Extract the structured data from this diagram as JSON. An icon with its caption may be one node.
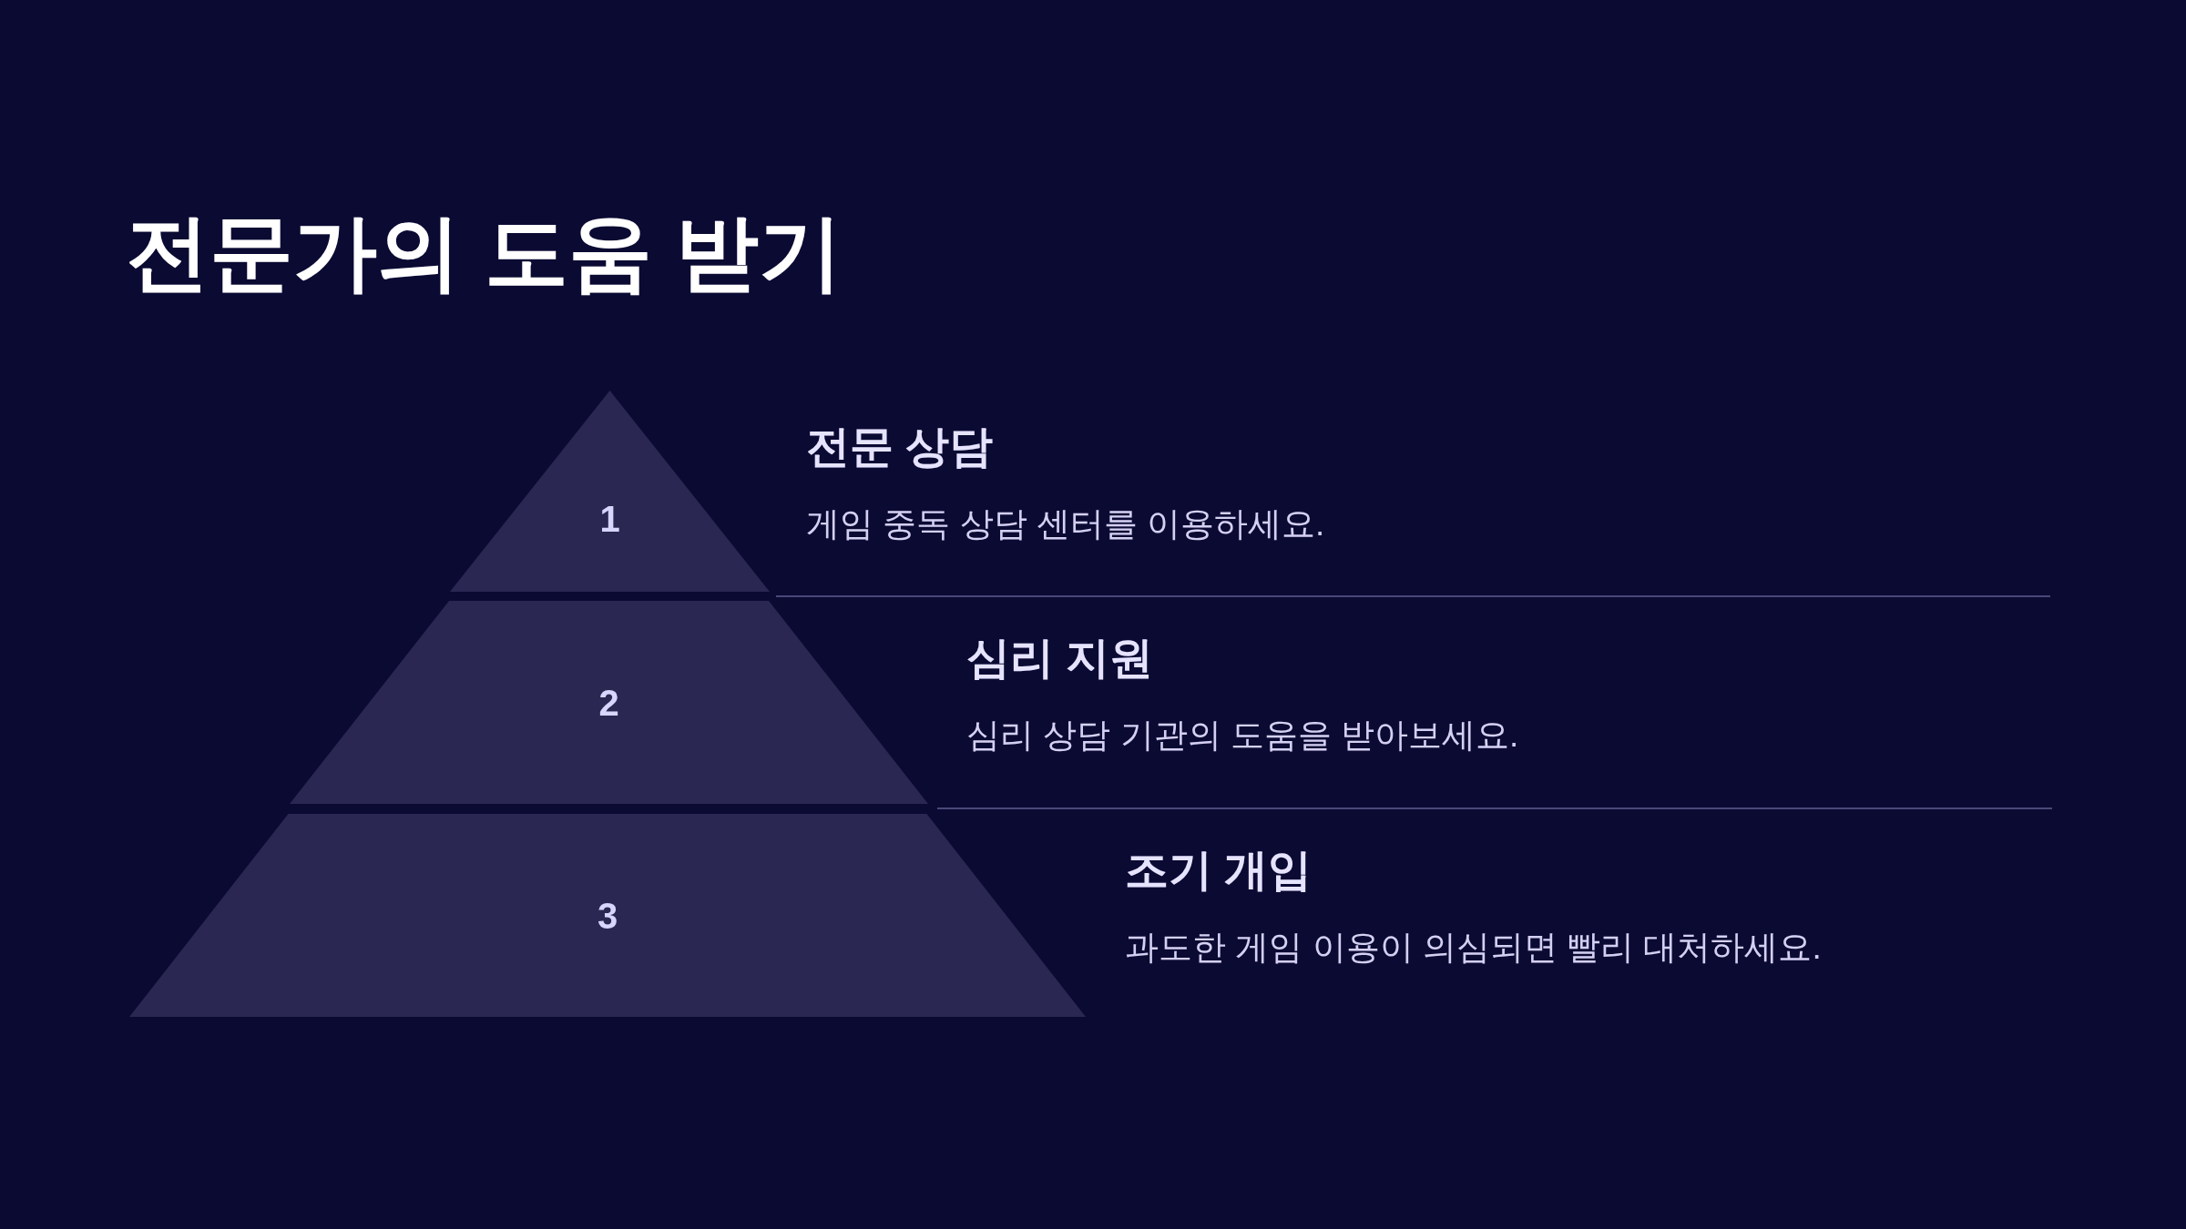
{
  "diagram": {
    "title": "전문가의 도움 받기",
    "nodes": [
      {
        "text": [
          "1"
        ],
        "beside": [
          "전문 상담",
          "게임 중독 상담 센터를 이용하세요."
        ]
      },
      {
        "text": [
          "2"
        ],
        "beside": [
          "심리 지원",
          "심리 상담 기관의 도움을 받아보세요."
        ]
      },
      {
        "text": [
          "3"
        ],
        "beside": [
          "조기 개입",
          "과도한 게임 이용이 의심되면 빨리 대처하세요."
        ]
      }
    ]
  }
}
